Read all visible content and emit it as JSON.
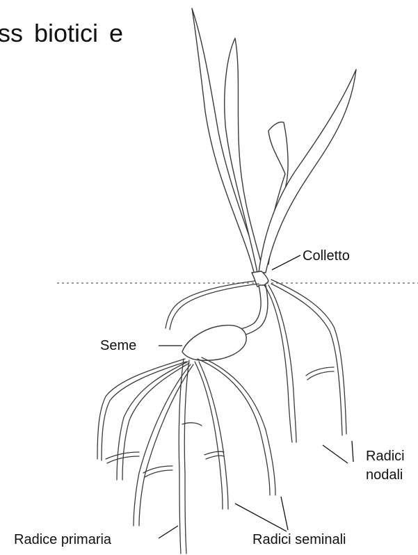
{
  "heading_fragment": "ss biotici e",
  "labels": {
    "colletto": "Colletto",
    "seme": "Seme",
    "radici_nodali_line1": "Radici",
    "radici_nodali_line2": "nodali",
    "radice_primaria": "Radice primaria",
    "radici_seminali": "Radici seminali"
  }
}
